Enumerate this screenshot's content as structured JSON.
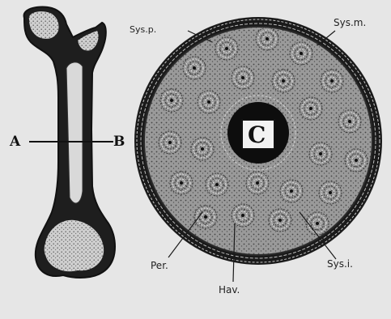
{
  "labels": {
    "a": "A",
    "b": "B",
    "c": "C",
    "sys_p": "Sys.p.",
    "sys_m": "Sys.m.",
    "per": "Per.",
    "hav": "Hav.",
    "sys_i": "Sys.i."
  },
  "colors": {
    "background": "#e6e6e6",
    "ink": "#1a1a1a",
    "bone_fill": "#2a2a2a",
    "marrow": "#d8d8d8",
    "section_fill": "#7a7a7a"
  }
}
